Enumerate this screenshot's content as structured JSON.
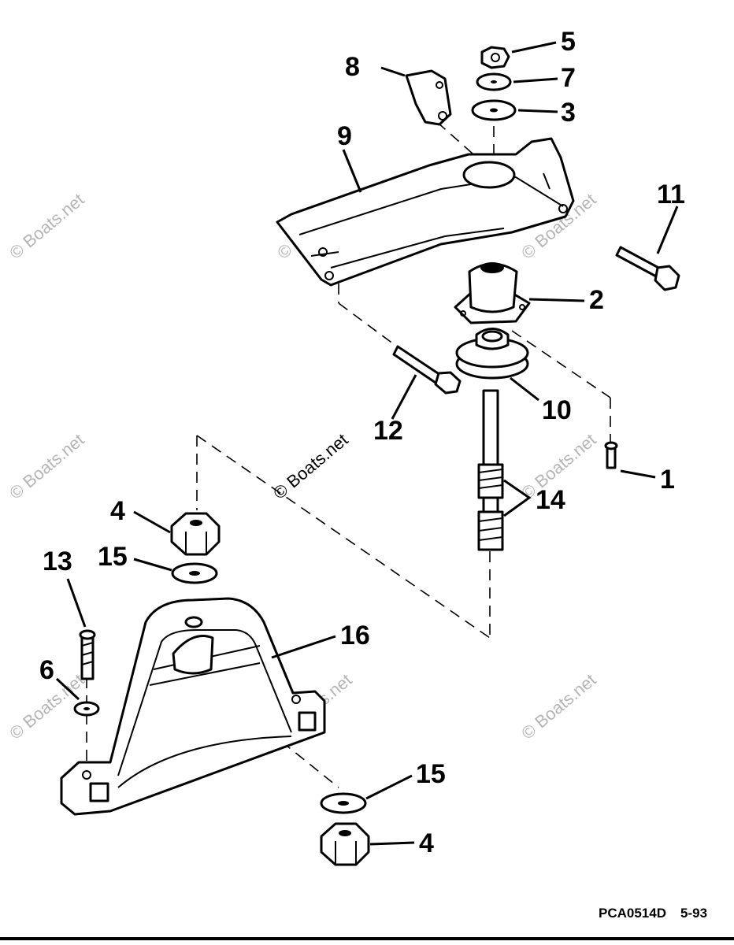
{
  "callouts": [
    {
      "id": "c1",
      "label": "1"
    },
    {
      "id": "c2",
      "label": "2"
    },
    {
      "id": "c3",
      "label": "3"
    },
    {
      "id": "c4a",
      "label": "4"
    },
    {
      "id": "c4b",
      "label": "4"
    },
    {
      "id": "c5",
      "label": "5"
    },
    {
      "id": "c6",
      "label": "6"
    },
    {
      "id": "c7",
      "label": "7"
    },
    {
      "id": "c8",
      "label": "8"
    },
    {
      "id": "c9",
      "label": "9"
    },
    {
      "id": "c10",
      "label": "10"
    },
    {
      "id": "c11",
      "label": "11"
    },
    {
      "id": "c12",
      "label": "12"
    },
    {
      "id": "c13",
      "label": "13"
    },
    {
      "id": "c14",
      "label": "14"
    },
    {
      "id": "c15a",
      "label": "15"
    },
    {
      "id": "c15b",
      "label": "15"
    },
    {
      "id": "c16",
      "label": "16"
    }
  ],
  "watermark": "© Boats.net",
  "footer": {
    "part_code": "PCA0514D",
    "page_ref": "5-93"
  }
}
